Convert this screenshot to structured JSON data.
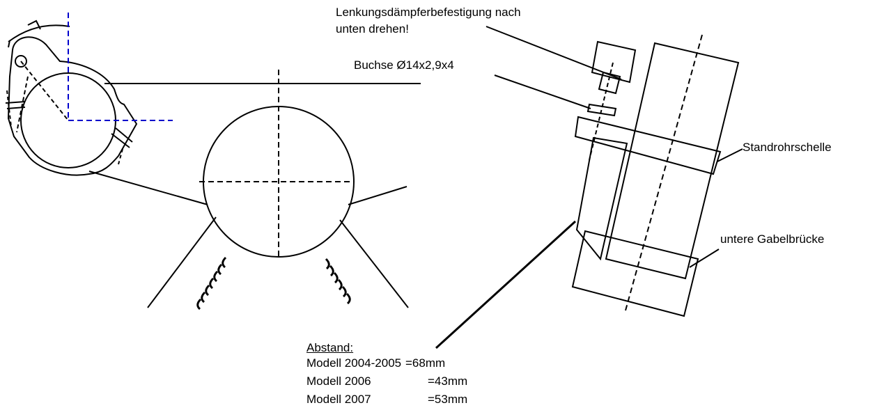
{
  "labels": {
    "damper_line1": "Lenkungsdämpferbefestigung nach",
    "damper_line2": "unten drehen!",
    "bushing": "Buchse Ø14x2,9x4",
    "clamp": "Standrohrschelle",
    "lower_bridge": "untere Gabelbrücke"
  },
  "distance": {
    "heading": "Abstand:",
    "rows": [
      {
        "model": "Modell 2004-2005",
        "value": "=68mm"
      },
      {
        "model": "Modell 2006",
        "value": "=43mm"
      },
      {
        "model": "Modell 2007",
        "value": "=53mm"
      }
    ]
  },
  "colors": {
    "line": "#000000",
    "centerline": "#0000cc",
    "background": "#ffffff"
  }
}
